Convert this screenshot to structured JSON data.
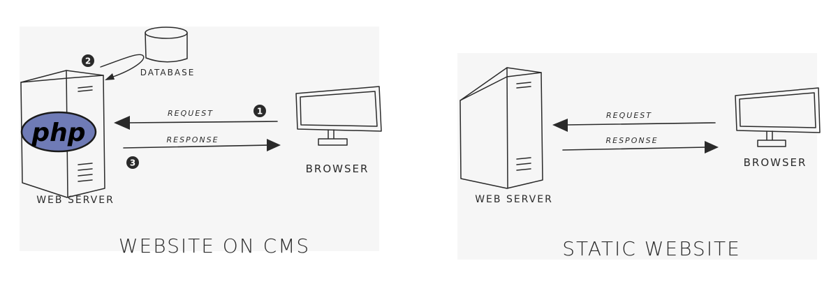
{
  "left": {
    "title": "WEBSITE ON CMS",
    "server_label": "WEB SERVER",
    "browser_label": "BROWSER",
    "database_label": "DATABASE",
    "request_label": "REQUEST",
    "response_label": "RESPONSE",
    "php_logo_text": "php",
    "step1": "1",
    "step2": "2",
    "step3": "3"
  },
  "right": {
    "title": "STATIC WEBSITE",
    "server_label": "WEB SERVER",
    "browser_label": "BROWSER",
    "request_label": "REQUEST",
    "response_label": "RESPONSE"
  },
  "colors": {
    "ink": "#2a2a2a",
    "php_logo": "#6f7bb6",
    "panel_bg": "#f6f6f6"
  }
}
